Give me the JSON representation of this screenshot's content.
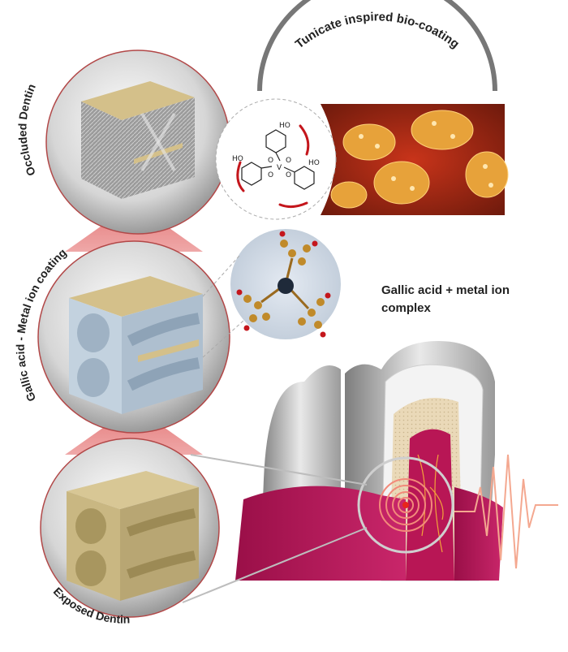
{
  "title": "Tunicate inspired bio-coating",
  "labels": {
    "top": "Occluded Dentin",
    "middle": "Gallic acid - Metal ion  coating",
    "bottom": "Exposed Dentin"
  },
  "complex_caption": {
    "line1": "Gallic acid + metal ion",
    "line2": "complex"
  },
  "molecule": {
    "metal": "V",
    "hydroxyl": "HO",
    "oxygen": "O"
  },
  "colors": {
    "arrow": "#e88a8a",
    "dentin": "#cbb98a",
    "coating": "#b9c8d6",
    "gum": "#b8165a",
    "tunicate": "#d9471a",
    "signal": "#f4a890"
  }
}
